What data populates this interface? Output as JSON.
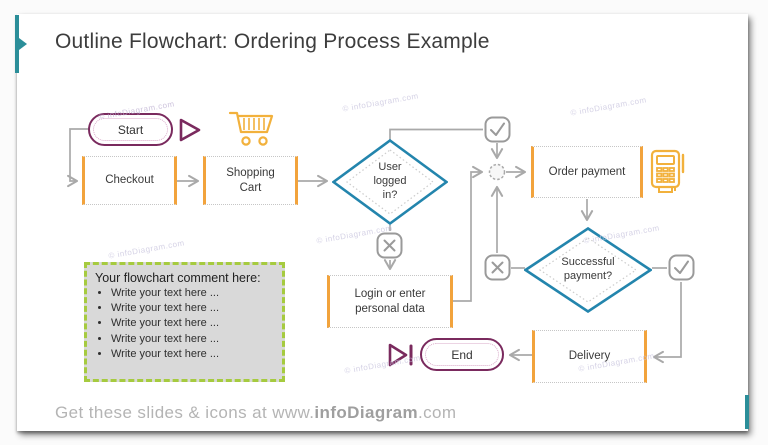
{
  "slide": {
    "title": "Outline Flowchart: Ordering Process Example",
    "watermark_text": "© infoDiagram.com",
    "footer": {
      "prefix": "Get these slides & icons at www.",
      "brand": "infoDiagram",
      "suffix": ".com"
    }
  },
  "flowchart": {
    "nodes": {
      "start": {
        "label": "Start"
      },
      "checkout": {
        "label": "Checkout"
      },
      "shopping_cart": {
        "label": "Shopping Cart"
      },
      "user_logged_in": {
        "label": "User logged in?"
      },
      "login": {
        "label": "Login or enter personal data"
      },
      "order_payment": {
        "label": "Order payment"
      },
      "successful_payment": {
        "label": "Successful payment?"
      },
      "delivery": {
        "label": "Delivery"
      },
      "end": {
        "label": "End"
      }
    }
  },
  "comment_box": {
    "title": "Your flowchart comment here:",
    "bullets": [
      "Write your text here ...",
      "Write your text here ...",
      "Write your text here ...",
      "Write your text here ...",
      "Write your text here ..."
    ]
  },
  "colors": {
    "accent_teal": "#2b8e99",
    "decision_teal": "#2385ad",
    "process_orange": "#f2a33c",
    "terminator_purple": "#7a2a5e",
    "connector_gray": "#a9a9a9",
    "icon_gray": "#9a9a9a",
    "comment_green": "#a6cb3f",
    "comment_fill": "#d9d9d9"
  }
}
